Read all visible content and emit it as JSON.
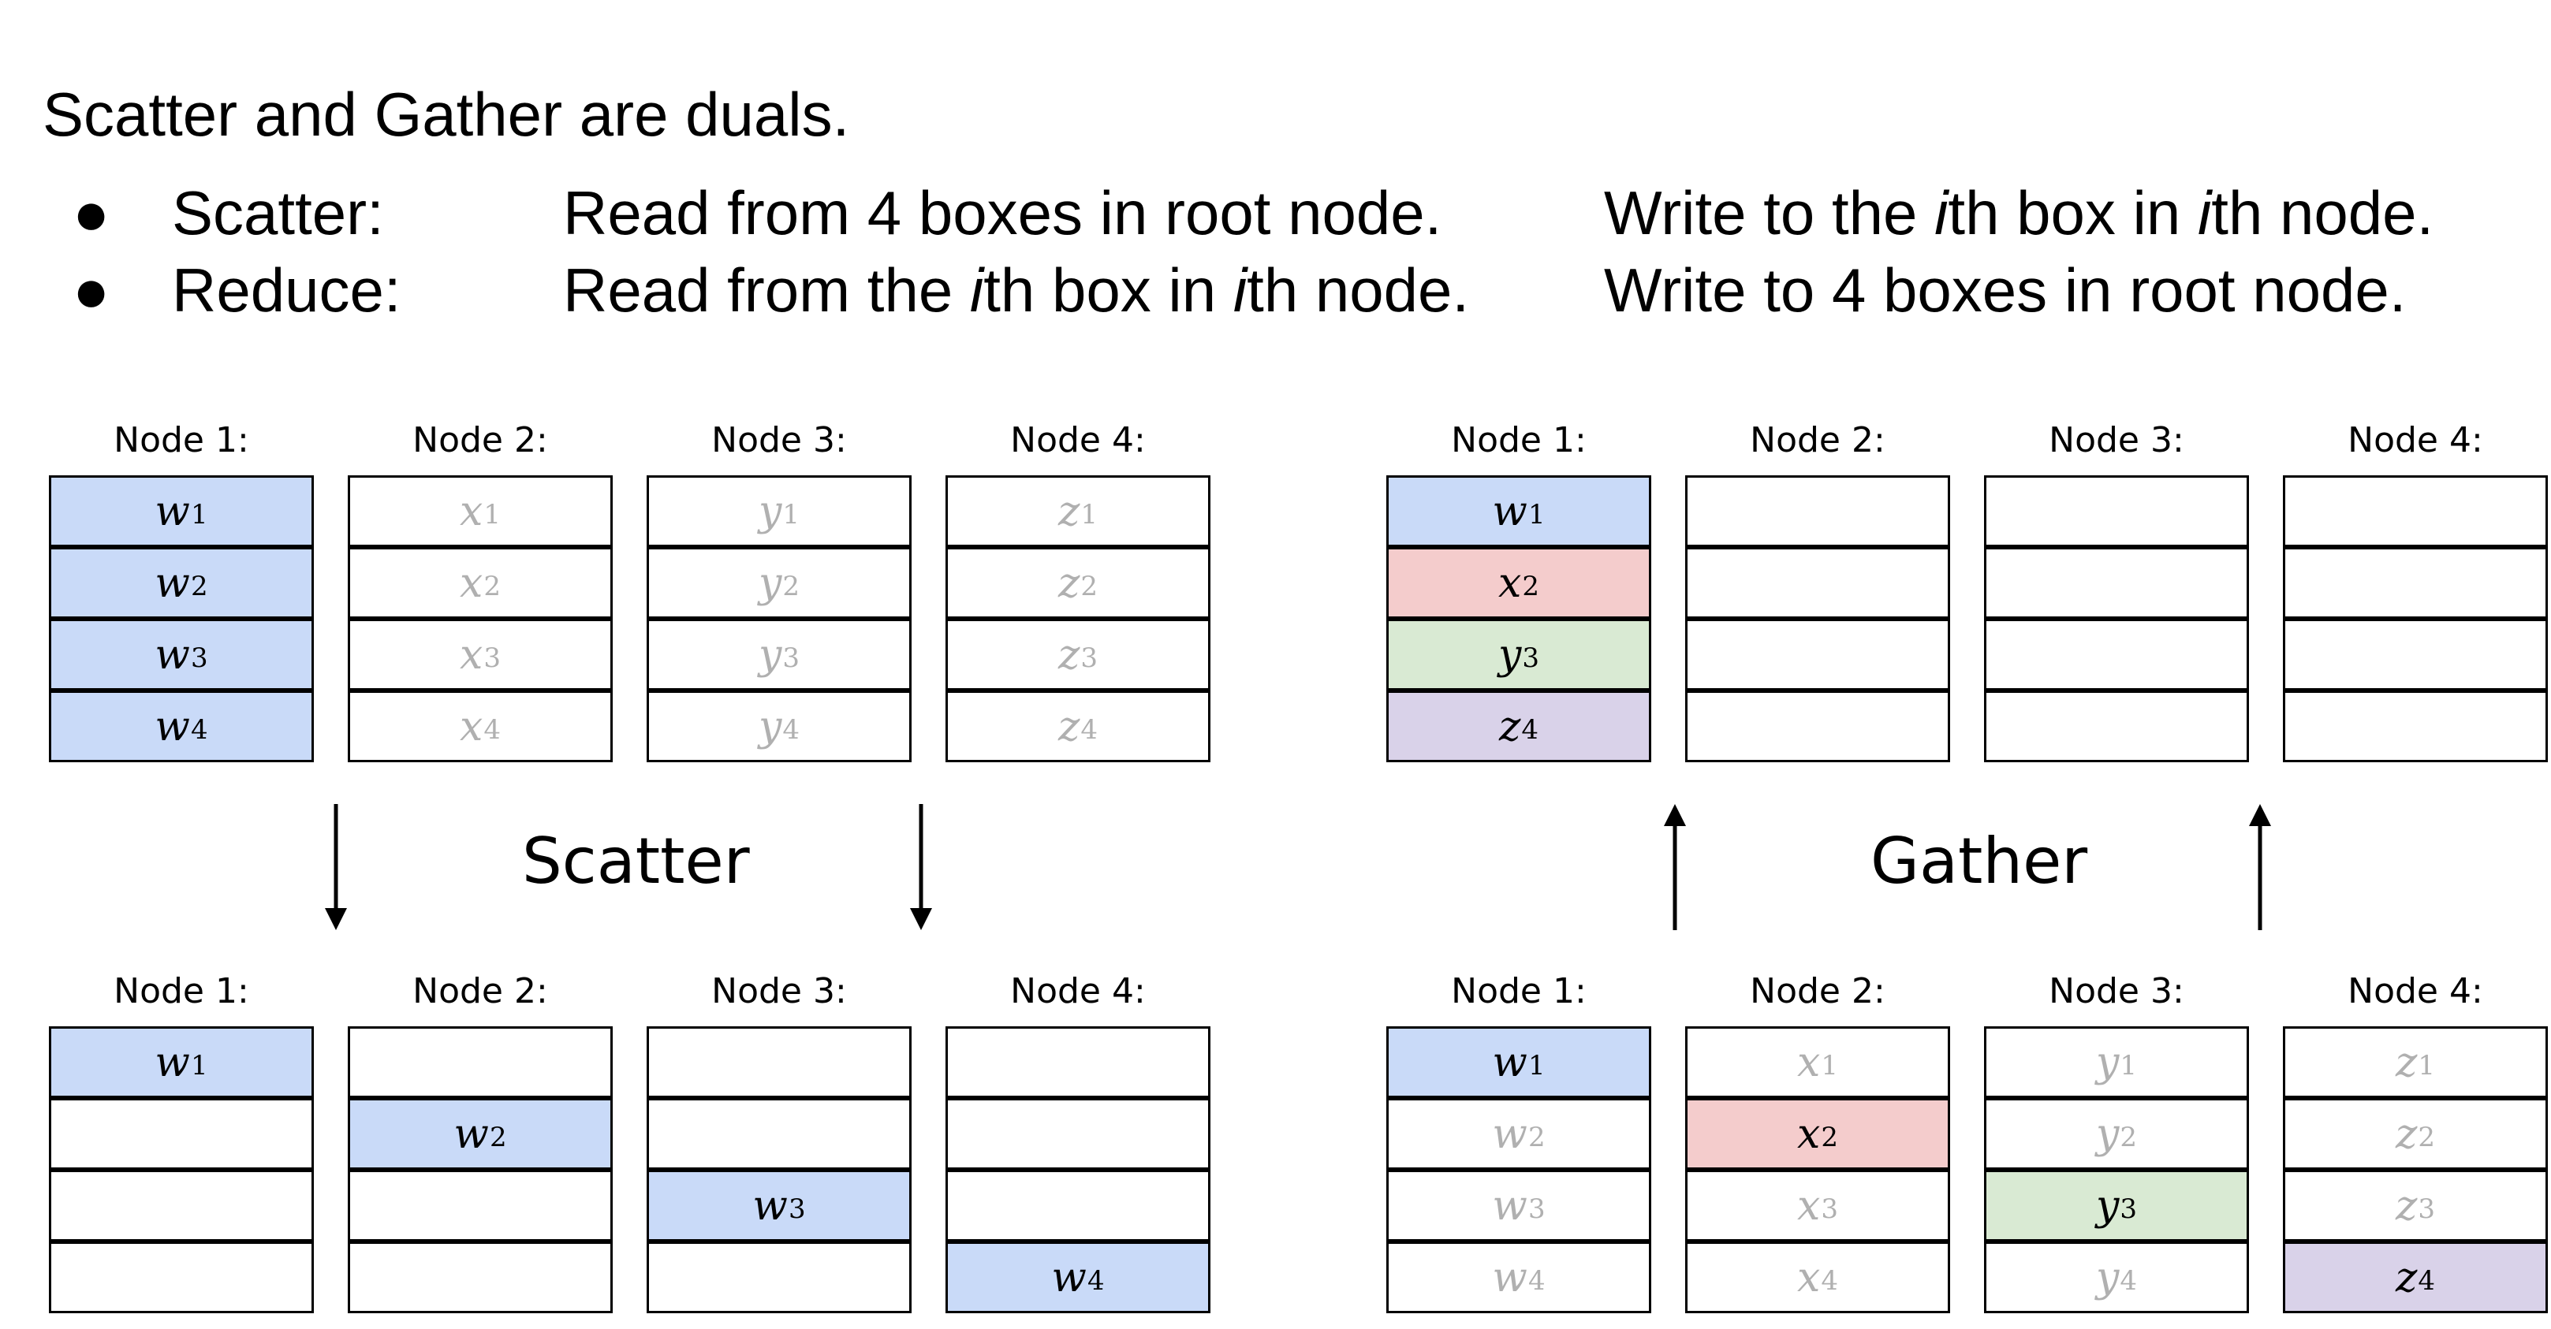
{
  "title": "Scatter and Gather are duals.",
  "bullets": [
    {
      "marker": "●",
      "label": "Scatter:",
      "read": {
        "a": "Read from 4 boxes in root node.",
        "b": "",
        "c": "",
        "d": "",
        "e": ""
      },
      "write": {
        "a": "Write to the ",
        "b": "i",
        "c": "th box in ",
        "d": "i",
        "e": "th node."
      }
    },
    {
      "marker": "●",
      "label": "Reduce:",
      "read": {
        "a": "Read from the ",
        "b": "i",
        "c": "th box in ",
        "d": "i",
        "e": "th node."
      },
      "write": {
        "a": "Write to 4 boxes in root node.",
        "b": "",
        "c": "",
        "d": "",
        "e": ""
      }
    }
  ],
  "operations": {
    "scatter": "Scatter",
    "gather": "Gather"
  },
  "colors": {
    "w": "#c9daf8",
    "x": "#f4cccc",
    "y": "#d9ead3",
    "z": "#d9d2e9",
    "faded_text": "#b0b0b0",
    "text": "#000000"
  },
  "panels": [
    {
      "id": "scatter-before",
      "nodes": [
        {
          "label": "Node 1:",
          "cells": [
            {
              "v": "w",
              "s": "1",
              "fill": "w",
              "faded": false
            },
            {
              "v": "w",
              "s": "2",
              "fill": "w",
              "faded": false
            },
            {
              "v": "w",
              "s": "3",
              "fill": "w",
              "faded": false
            },
            {
              "v": "w",
              "s": "4",
              "fill": "w",
              "faded": false
            }
          ]
        },
        {
          "label": "Node 2:",
          "cells": [
            {
              "v": "x",
              "s": "1",
              "fill": "",
              "faded": true
            },
            {
              "v": "x",
              "s": "2",
              "fill": "",
              "faded": true
            },
            {
              "v": "x",
              "s": "3",
              "fill": "",
              "faded": true
            },
            {
              "v": "x",
              "s": "4",
              "fill": "",
              "faded": true
            }
          ]
        },
        {
          "label": "Node 3:",
          "cells": [
            {
              "v": "y",
              "s": "1",
              "fill": "",
              "faded": true
            },
            {
              "v": "y",
              "s": "2",
              "fill": "",
              "faded": true
            },
            {
              "v": "y",
              "s": "3",
              "fill": "",
              "faded": true
            },
            {
              "v": "y",
              "s": "4",
              "fill": "",
              "faded": true
            }
          ]
        },
        {
          "label": "Node 4:",
          "cells": [
            {
              "v": "z",
              "s": "1",
              "fill": "",
              "faded": true
            },
            {
              "v": "z",
              "s": "2",
              "fill": "",
              "faded": true
            },
            {
              "v": "z",
              "s": "3",
              "fill": "",
              "faded": true
            },
            {
              "v": "z",
              "s": "4",
              "fill": "",
              "faded": true
            }
          ]
        }
      ]
    },
    {
      "id": "gather-after",
      "nodes": [
        {
          "label": "Node 1:",
          "cells": [
            {
              "v": "w",
              "s": "1",
              "fill": "w",
              "faded": false
            },
            {
              "v": "x",
              "s": "2",
              "fill": "x",
              "faded": false
            },
            {
              "v": "y",
              "s": "3",
              "fill": "y",
              "faded": false
            },
            {
              "v": "z",
              "s": "4",
              "fill": "z",
              "faded": false
            }
          ]
        },
        {
          "label": "Node 2:",
          "cells": [
            {
              "v": "",
              "s": "",
              "fill": "",
              "faded": false
            },
            {
              "v": "",
              "s": "",
              "fill": "",
              "faded": false
            },
            {
              "v": "",
              "s": "",
              "fill": "",
              "faded": false
            },
            {
              "v": "",
              "s": "",
              "fill": "",
              "faded": false
            }
          ]
        },
        {
          "label": "Node 3:",
          "cells": [
            {
              "v": "",
              "s": "",
              "fill": "",
              "faded": false
            },
            {
              "v": "",
              "s": "",
              "fill": "",
              "faded": false
            },
            {
              "v": "",
              "s": "",
              "fill": "",
              "faded": false
            },
            {
              "v": "",
              "s": "",
              "fill": "",
              "faded": false
            }
          ]
        },
        {
          "label": "Node 4:",
          "cells": [
            {
              "v": "",
              "s": "",
              "fill": "",
              "faded": false
            },
            {
              "v": "",
              "s": "",
              "fill": "",
              "faded": false
            },
            {
              "v": "",
              "s": "",
              "fill": "",
              "faded": false
            },
            {
              "v": "",
              "s": "",
              "fill": "",
              "faded": false
            }
          ]
        }
      ]
    },
    {
      "id": "scatter-after",
      "nodes": [
        {
          "label": "Node 1:",
          "cells": [
            {
              "v": "w",
              "s": "1",
              "fill": "w",
              "faded": false
            },
            {
              "v": "",
              "s": "",
              "fill": "",
              "faded": false
            },
            {
              "v": "",
              "s": "",
              "fill": "",
              "faded": false
            },
            {
              "v": "",
              "s": "",
              "fill": "",
              "faded": false
            }
          ]
        },
        {
          "label": "Node 2:",
          "cells": [
            {
              "v": "",
              "s": "",
              "fill": "",
              "faded": false
            },
            {
              "v": "w",
              "s": "2",
              "fill": "w",
              "faded": false
            },
            {
              "v": "",
              "s": "",
              "fill": "",
              "faded": false
            },
            {
              "v": "",
              "s": "",
              "fill": "",
              "faded": false
            }
          ]
        },
        {
          "label": "Node 3:",
          "cells": [
            {
              "v": "",
              "s": "",
              "fill": "",
              "faded": false
            },
            {
              "v": "",
              "s": "",
              "fill": "",
              "faded": false
            },
            {
              "v": "w",
              "s": "3",
              "fill": "w",
              "faded": false
            },
            {
              "v": "",
              "s": "",
              "fill": "",
              "faded": false
            }
          ]
        },
        {
          "label": "Node 4:",
          "cells": [
            {
              "v": "",
              "s": "",
              "fill": "",
              "faded": false
            },
            {
              "v": "",
              "s": "",
              "fill": "",
              "faded": false
            },
            {
              "v": "",
              "s": "",
              "fill": "",
              "faded": false
            },
            {
              "v": "w",
              "s": "4",
              "fill": "w",
              "faded": false
            }
          ]
        }
      ]
    },
    {
      "id": "gather-before",
      "nodes": [
        {
          "label": "Node 1:",
          "cells": [
            {
              "v": "w",
              "s": "1",
              "fill": "w",
              "faded": false
            },
            {
              "v": "w",
              "s": "2",
              "fill": "",
              "faded": true
            },
            {
              "v": "w",
              "s": "3",
              "fill": "",
              "faded": true
            },
            {
              "v": "w",
              "s": "4",
              "fill": "",
              "faded": true
            }
          ]
        },
        {
          "label": "Node 2:",
          "cells": [
            {
              "v": "x",
              "s": "1",
              "fill": "",
              "faded": true
            },
            {
              "v": "x",
              "s": "2",
              "fill": "x",
              "faded": false
            },
            {
              "v": "x",
              "s": "3",
              "fill": "",
              "faded": true
            },
            {
              "v": "x",
              "s": "4",
              "fill": "",
              "faded": true
            }
          ]
        },
        {
          "label": "Node 3:",
          "cells": [
            {
              "v": "y",
              "s": "1",
              "fill": "",
              "faded": true
            },
            {
              "v": "y",
              "s": "2",
              "fill": "",
              "faded": true
            },
            {
              "v": "y",
              "s": "3",
              "fill": "y",
              "faded": false
            },
            {
              "v": "y",
              "s": "4",
              "fill": "",
              "faded": true
            }
          ]
        },
        {
          "label": "Node 4:",
          "cells": [
            {
              "v": "z",
              "s": "1",
              "fill": "",
              "faded": true
            },
            {
              "v": "z",
              "s": "2",
              "fill": "",
              "faded": true
            },
            {
              "v": "z",
              "s": "3",
              "fill": "",
              "faded": true
            },
            {
              "v": "z",
              "s": "4",
              "fill": "z",
              "faded": false
            }
          ]
        }
      ]
    }
  ]
}
